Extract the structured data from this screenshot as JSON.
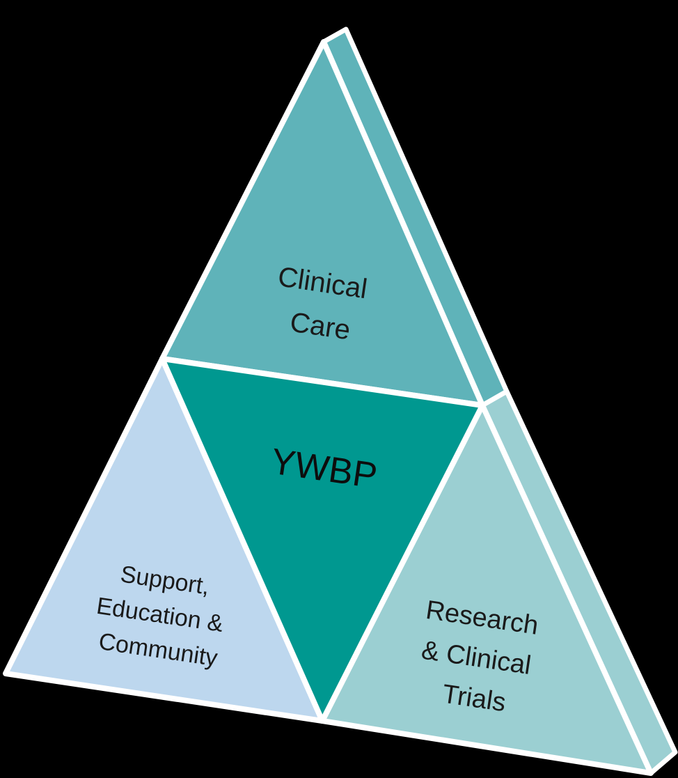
{
  "diagram": {
    "center": {
      "label": "YWBP",
      "color": "#009890"
    },
    "segments": [
      {
        "id": "top",
        "lines": [
          "Clinical",
          "Care"
        ],
        "color": "#5fb3b9"
      },
      {
        "id": "left",
        "lines": [
          "Support,",
          "Education &",
          "Community"
        ],
        "color": "#bdd7ee"
      },
      {
        "id": "right",
        "lines": [
          "Research",
          "& Clinical",
          "Trials"
        ],
        "color": "#9bcfd2"
      }
    ],
    "side_colors": {
      "upper": "#5fb3b9",
      "lower": "#9bcfd2"
    },
    "outline_color": "#ffffff",
    "background_color": "#000000"
  }
}
